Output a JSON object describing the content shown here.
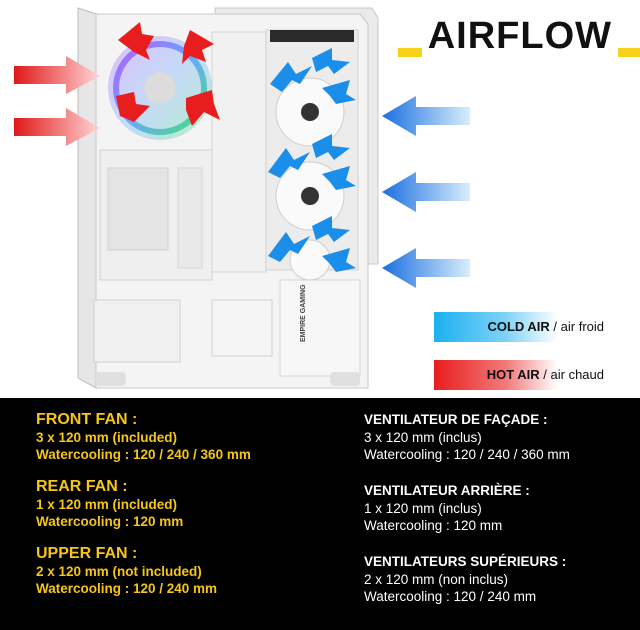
{
  "title": "AIRFLOW",
  "legend": {
    "cold": {
      "bold": "COLD AIR",
      "rest": " / air froid",
      "color": "#1ab0f0"
    },
    "hot": {
      "bold": "HOT AIR",
      "rest": " / air chaud",
      "color": "#e81d1d"
    }
  },
  "brand_logo_text": "EMPIRE GAMING",
  "specs_en": [
    {
      "title": "FRONT FAN :",
      "lines": [
        "3 x 120 mm (included)",
        "Watercooling : 120 / 240 / 360 mm"
      ]
    },
    {
      "title": "REAR FAN :",
      "lines": [
        "1 x 120 mm (included)",
        "Watercooling : 120 mm"
      ]
    },
    {
      "title": "UPPER FAN :",
      "lines": [
        "2 x 120 mm (not included)",
        "Watercooling : 120 / 240 mm"
      ]
    }
  ],
  "specs_fr": [
    {
      "title": "VENTILATEUR DE FAÇADE :",
      "lines": [
        "3 x 120 mm (inclus)",
        "Watercooling : 120 / 240 / 360 mm"
      ]
    },
    {
      "title": "VENTILATEUR ARRIÈRE :",
      "lines": [
        "1 x 120 mm (inclus)",
        "Watercooling : 120 mm"
      ]
    },
    {
      "title": "VENTILATEURS SUPÉRIEURS :",
      "lines": [
        "2 x 120 mm (non inclus)",
        "Watercooling : 120 / 240 mm"
      ]
    }
  ],
  "colors": {
    "accent_yellow": "#f5c518",
    "title_bar": "#f7d21b",
    "cold_blue": "#1ab0f0",
    "hot_red": "#e81d1d",
    "panel_bg": "#000000"
  }
}
